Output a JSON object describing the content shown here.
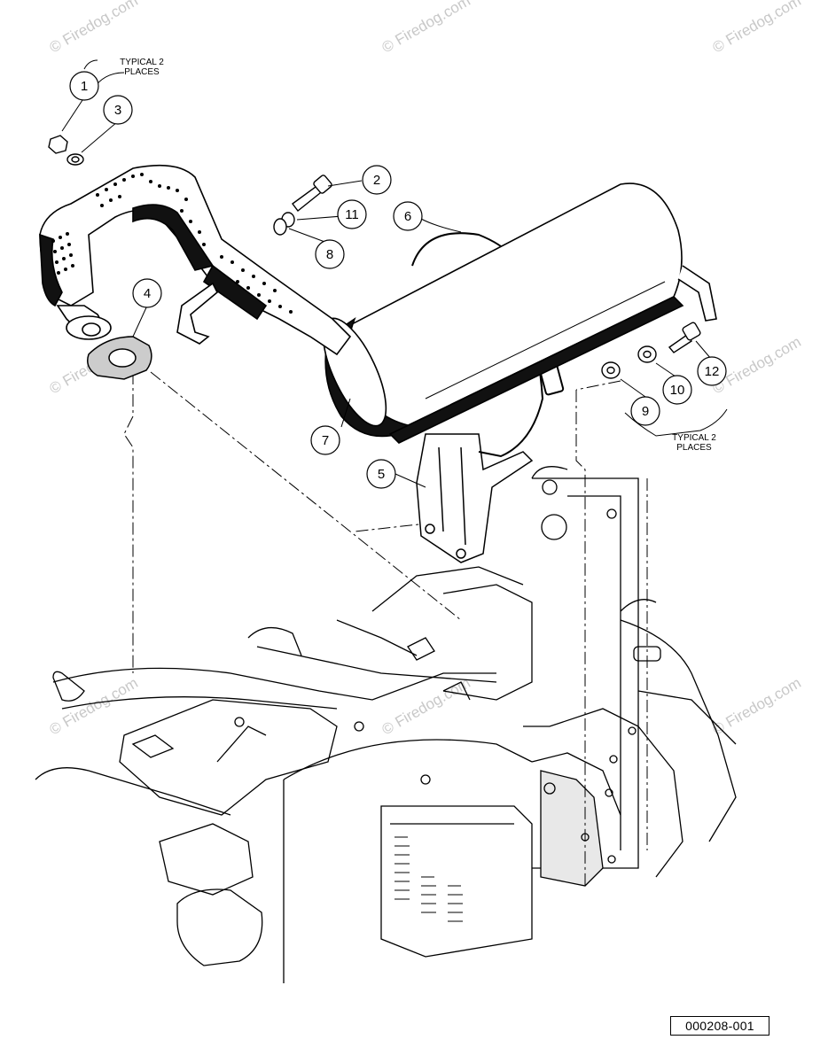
{
  "callouts": [
    "1",
    "2",
    "3",
    "4",
    "5",
    "6",
    "7",
    "8",
    "9",
    "10",
    "11",
    "12"
  ],
  "notes": {
    "typical_top": [
      "TYPICAL 2",
      "PLACES"
    ],
    "typical_right": [
      "TYPICAL 2",
      "PLACES"
    ]
  },
  "watermark": "© Firedog.com",
  "reference_number": "000208-001"
}
